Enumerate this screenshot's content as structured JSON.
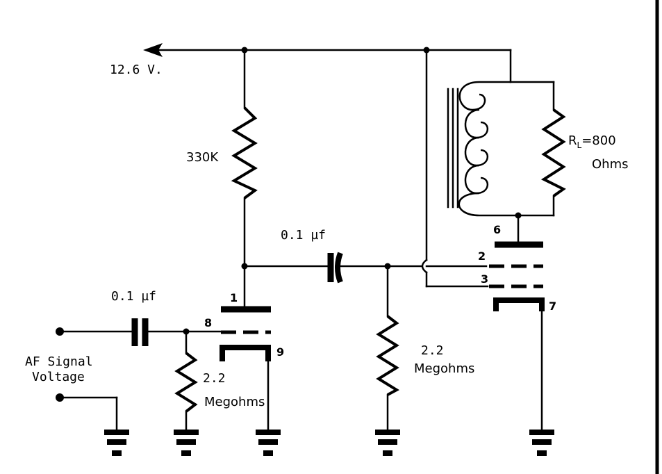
{
  "labels": {
    "supply": "12.6 V.",
    "r_plate": "330K",
    "coupling_cap": "0.1 µf",
    "input_cap": "0.1 µf",
    "r_grid_in_value": "2.2",
    "r_grid_in_unit": "Megohms",
    "r_grid_out_value": "2.2",
    "r_grid_out_unit": "Megohms",
    "load_prefix": "R",
    "load_sub": "L",
    "load_value": "=800",
    "load_unit": "Ohms",
    "input_line1": "AF Signal",
    "input_line2": "Voltage"
  },
  "pins": {
    "p1": "1",
    "p8": "8",
    "p9": "9",
    "p6": "6",
    "p2": "2",
    "p3": "3",
    "p7": "7"
  }
}
